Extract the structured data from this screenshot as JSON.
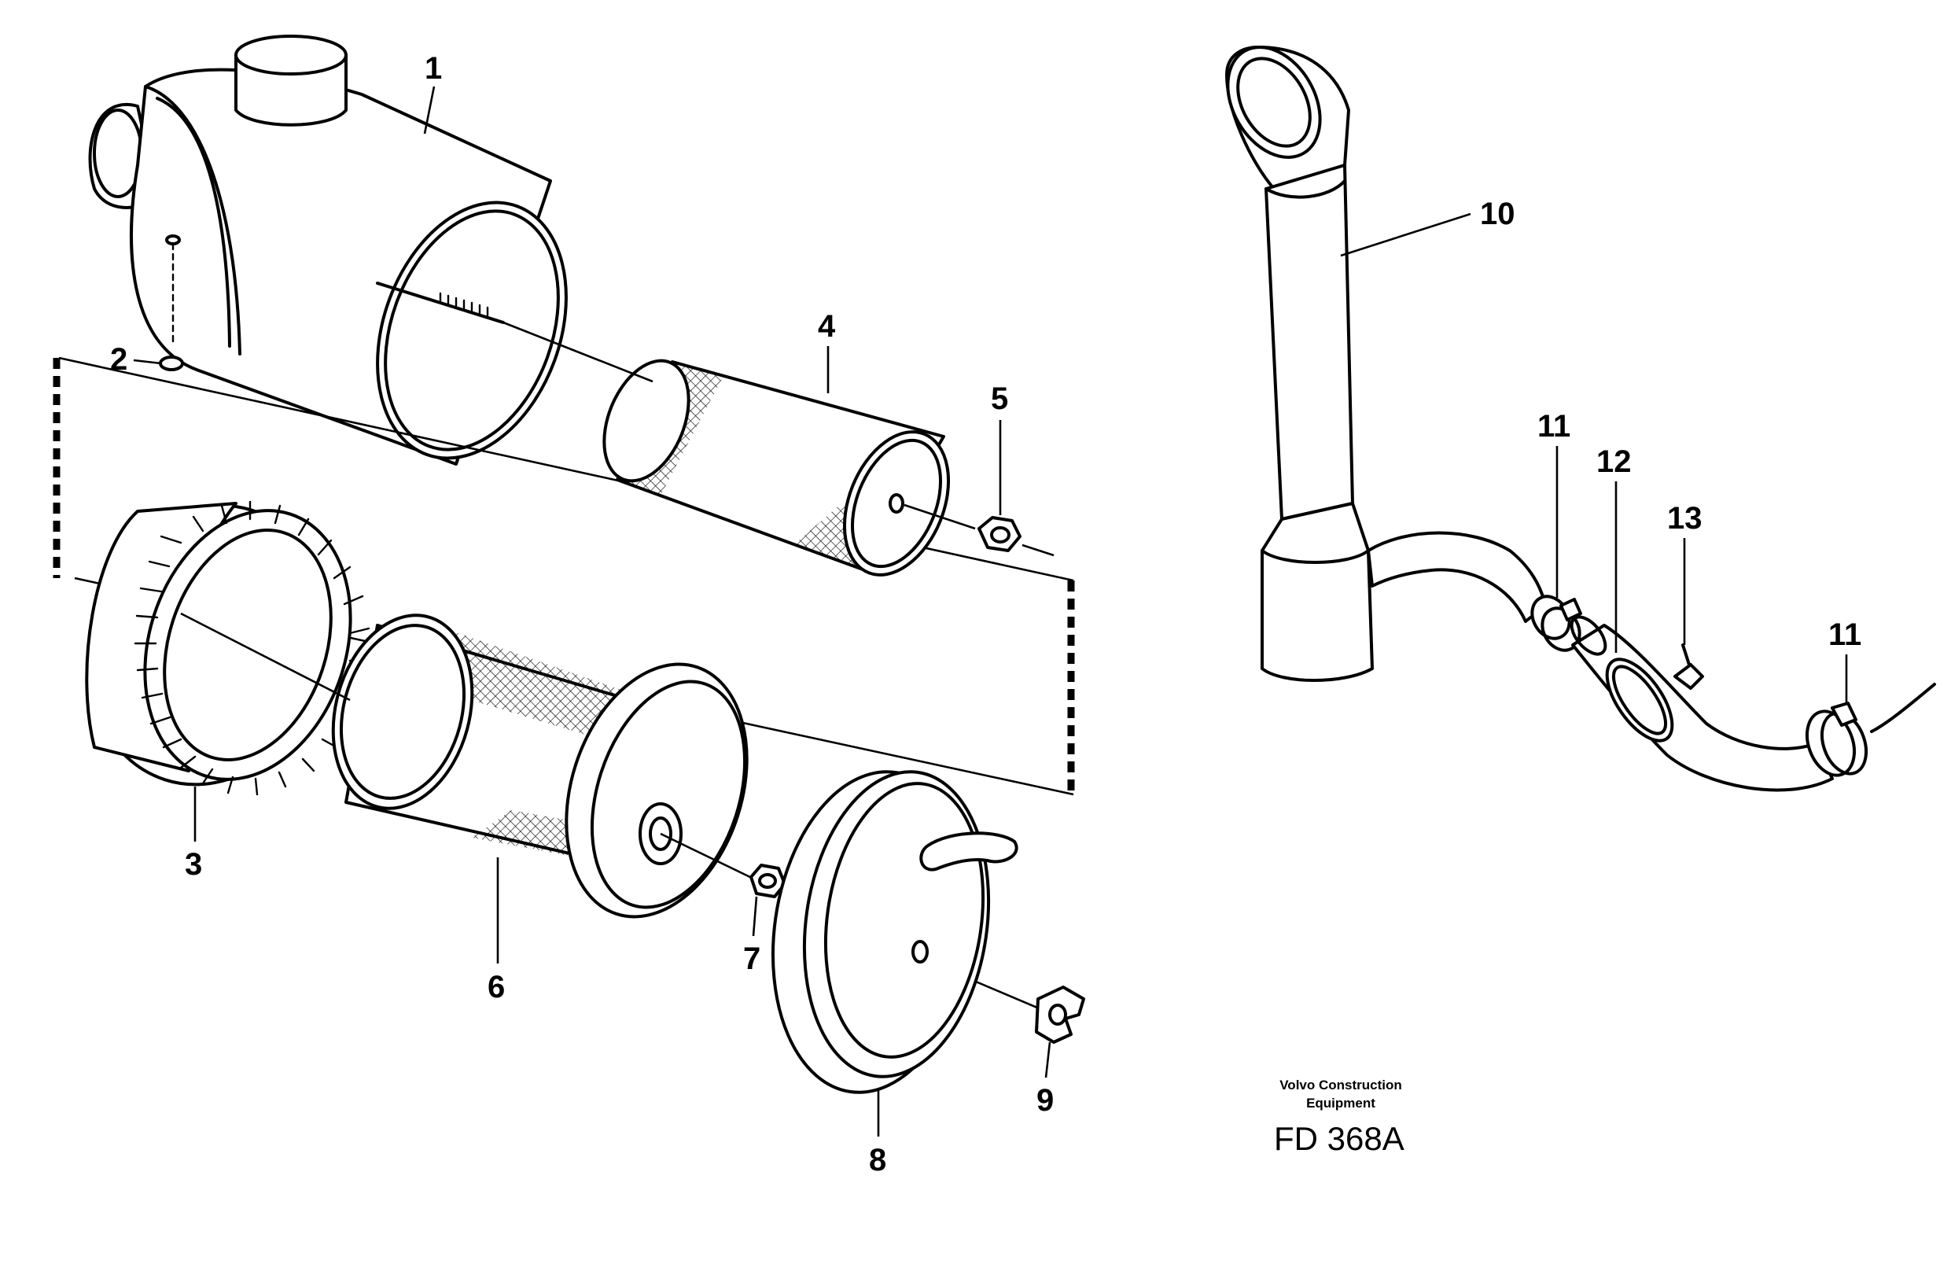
{
  "callouts": [
    {
      "id": "1",
      "text": "1"
    },
    {
      "id": "2",
      "text": "2"
    },
    {
      "id": "3",
      "text": "3"
    },
    {
      "id": "4",
      "text": "4"
    },
    {
      "id": "5",
      "text": "5"
    },
    {
      "id": "6",
      "text": "6"
    },
    {
      "id": "7",
      "text": "7"
    },
    {
      "id": "8",
      "text": "8"
    },
    {
      "id": "9",
      "text": "9"
    },
    {
      "id": "10",
      "text": "10"
    },
    {
      "id": "11a",
      "text": "11"
    },
    {
      "id": "12",
      "text": "12"
    },
    {
      "id": "13",
      "text": "13"
    },
    {
      "id": "11b",
      "text": "11"
    }
  ],
  "footer": {
    "company_line1": "Volvo Construction",
    "company_line2": "Equipment",
    "code": "FD 368A"
  }
}
